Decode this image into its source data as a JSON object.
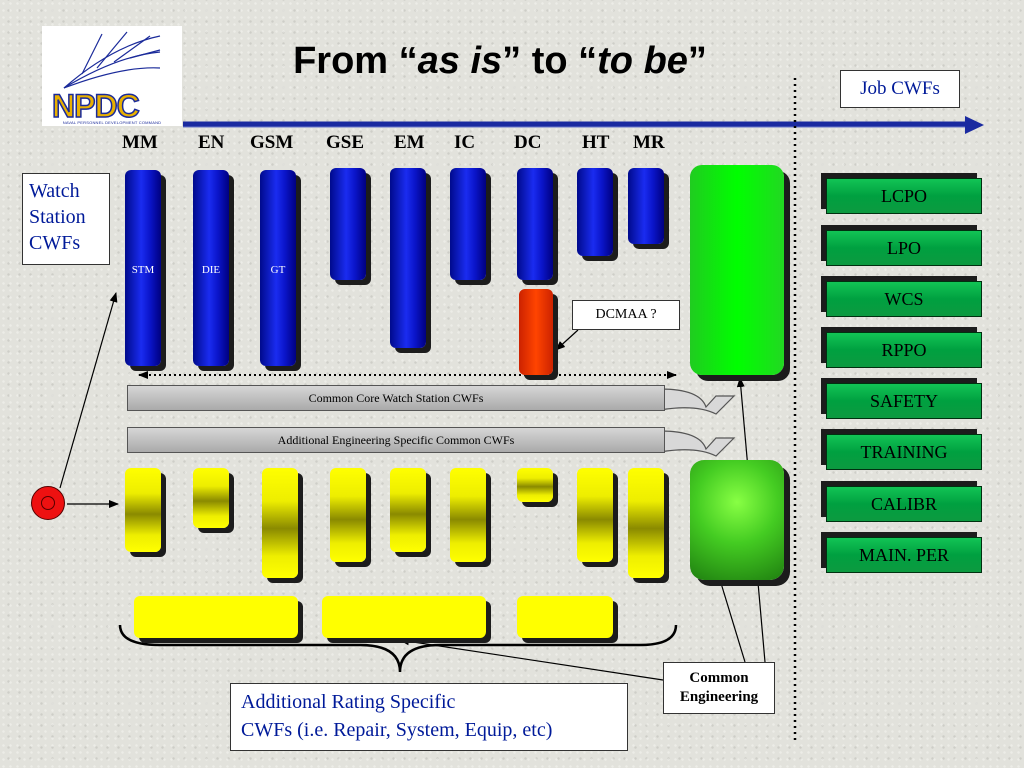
{
  "logo": {
    "text": "NPDC",
    "subtext": "NAVAL PERSONNEL DEVELOPMENT COMMAND"
  },
  "title": {
    "from": "From “",
    "as_is": "as is",
    "mid": "” to “",
    "to_be": "to be",
    "end": "”"
  },
  "job_cwfs_label": "Job CWFs",
  "watch_station_label": [
    "Watch",
    "Station",
    "CWFs"
  ],
  "ratings": [
    "MM",
    "EN",
    "GSM",
    "GSE",
    "EM",
    "IC",
    "DC",
    "HT",
    "MR"
  ],
  "bar_labels": {
    "mm": "STM",
    "en": "DIE",
    "gsm": "GT"
  },
  "dcmaa_label": "DCMAA ?",
  "common_core_label": "Common Core Watch Station CWFs",
  "additional_engineering_label": "Additional Engineering Specific Common CWFs",
  "job_cwf_items": [
    "LCPO",
    "LPO",
    "WCS",
    "RPPO",
    "SAFETY",
    "TRAINING",
    "CALIBR",
    "MAIN. PER"
  ],
  "additional_rating_label": [
    "Additional Rating Specific",
    "CWFs (i.e. Repair, System, Equip, etc)"
  ],
  "common_engineering_label": [
    "Common",
    "Engineering"
  ],
  "colors": {
    "title": "#000000",
    "label_blue": "#001a99",
    "blue_bar": "#1a2cf0",
    "yellow_bar": "#ffff00",
    "green_bar": "#00ff00",
    "job_button": "#00a040",
    "red_bar": "#ff4400",
    "arrow_blue": "#1a2aa0"
  }
}
